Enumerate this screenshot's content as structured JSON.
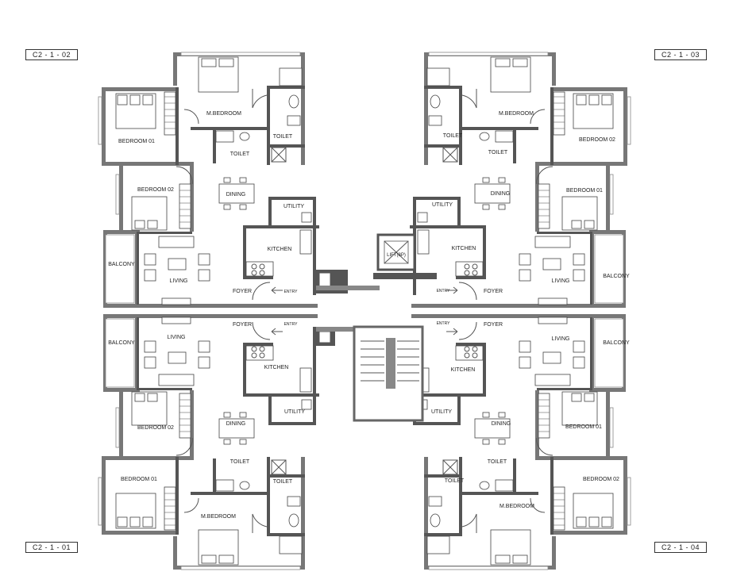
{
  "units": {
    "tl": "C2 - 1 - 02",
    "tr": "C2 - 1 - 03",
    "bl": "C2 - 1 - 01",
    "br": "C2 - 1 - 04"
  },
  "rooms": {
    "m_bedroom": "M.BEDROOM",
    "bedroom_01": "BEDROOM 01",
    "bedroom_02": "BEDROOM 02",
    "toilet": "TOILET",
    "dining": "DINING",
    "utility": "UTILITY",
    "kitchen": "KITCHEN",
    "living": "LIVING",
    "balcony": "BALCONY",
    "foyer": "FOYER",
    "entry": "ENTRY",
    "lift": "LIFT(8P)"
  }
}
